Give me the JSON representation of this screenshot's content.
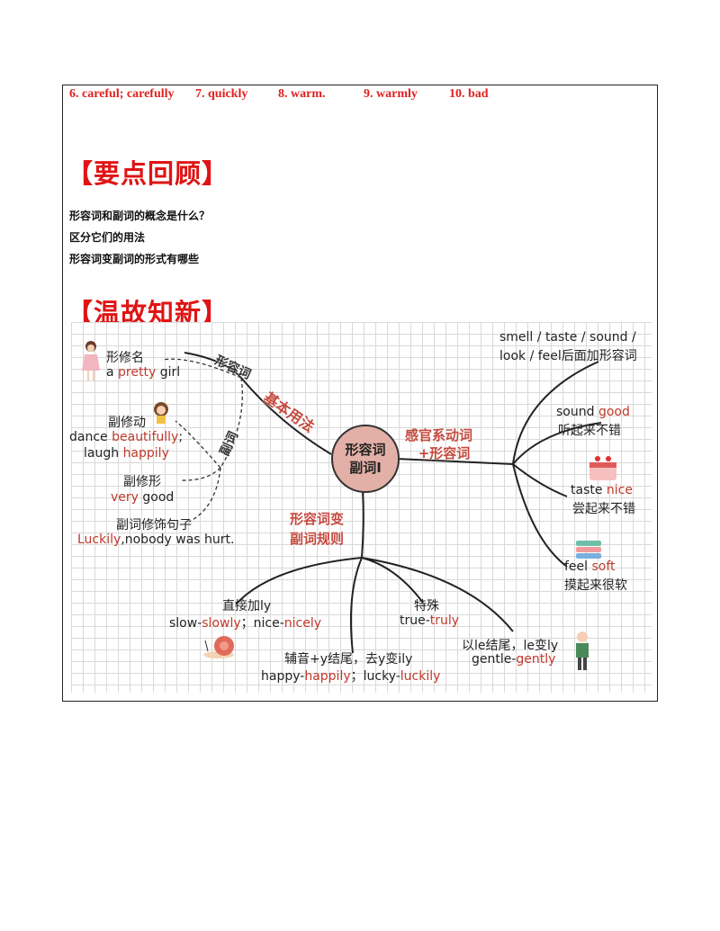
{
  "answers": {
    "a6": "6. careful; carefully",
    "a7": "7. quickly",
    "a8": "8. warm.",
    "a9": "9. warmly",
    "a10": "10. bad"
  },
  "review": {
    "heading": "【要点回顾】",
    "questions": [
      "形容词和副词的概念是什么？",
      "区分它们的用法",
      "形容词变副词的形式有哪些"
    ]
  },
  "knowledge": {
    "heading": "【温故知新】"
  },
  "mindmap": {
    "center": [
      "形容词",
      "副词Ⅰ"
    ],
    "branches": {
      "basic": "基本用法",
      "adj": "形容词",
      "adv": "副词",
      "sense": [
        "感官系动词",
        "+形容词"
      ],
      "rules": [
        "形容词变",
        "副词规则"
      ]
    },
    "adj_modifies_noun": {
      "label": "形修名",
      "pre": "a ",
      "word": "pretty",
      "post": " girl"
    },
    "adv_modifies_verb": {
      "label": "副修动",
      "pre1": "dance ",
      "word1": "beautifully",
      "post1": ";",
      "pre2": "laugh ",
      "word2": "happily"
    },
    "adv_modifies_adj": {
      "label": "副修形",
      "word": "very",
      "post": " good"
    },
    "adv_modifies_sentence": {
      "label": "副词修饰句子",
      "word": "Luckily",
      "post": ",nobody was hurt."
    },
    "sense_verbs": {
      "line1": "smell / taste / sound /",
      "line2": "look / feel后面加形容词"
    },
    "sound": {
      "pre": "sound ",
      "word": "good",
      "zh": "听起来不错"
    },
    "taste": {
      "pre": "taste ",
      "word": "nice",
      "zh": "尝起来不错"
    },
    "feel": {
      "pre": "feel ",
      "word": "soft",
      "zh": "摸起来很软"
    },
    "rule_direct": {
      "label": "直接加ly",
      "a": "slow-",
      "a_red": "slowly",
      "sep": "；",
      "b": "nice-",
      "b_red": "nicely"
    },
    "rule_special": {
      "label": "特殊",
      "a": "true-",
      "a_red": "truly"
    },
    "rule_y": {
      "label": "辅音+y结尾，去y变ily",
      "a": "happy-",
      "a_red": "happily",
      "sep": "；",
      "b": "lucky-",
      "b_red": "luckily"
    },
    "rule_le": {
      "label": "以le结尾，le变ly",
      "a": "gentle-",
      "a_red": "gently"
    }
  },
  "colors": {
    "answer_red": "#e02020",
    "heading_red": "#e01414",
    "accent_red": "#c0392b",
    "center_fill": "#e3b0a7"
  }
}
